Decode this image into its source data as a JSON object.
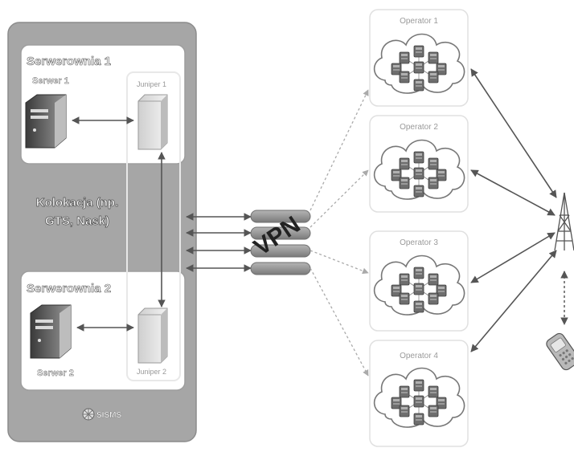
{
  "colocation": {
    "label_line1": "Kolokacja (np.",
    "label_line2": "GTS, Nask)",
    "footer_logo_text": "SISMS"
  },
  "server_rooms": [
    {
      "title": "Serwerownia 1",
      "server_label": "Serwer 1",
      "juniper_label": "Juniper 1"
    },
    {
      "title": "Serwerownia 2",
      "server_label": "Serwer 2",
      "juniper_label": "Juniper 2"
    }
  ],
  "vpn": {
    "label": "VPN"
  },
  "operators": [
    {
      "label": "Operator 1"
    },
    {
      "label": "Operator 2"
    },
    {
      "label": "Operator 3"
    },
    {
      "label": "Operator 4"
    }
  ],
  "colors": {
    "colocation_fill": "#a6a6a6",
    "room_fill": "#ffffff",
    "arrow": "#555555",
    "dotted_arrow": "#aaaaaa",
    "tunnel": "#8f8f8f"
  },
  "icons": [
    "server-tower-icon",
    "juniper-router-icon",
    "cloud-network-icon",
    "antenna-tower-icon",
    "mobile-phone-icon",
    "sisms-logo-icon"
  ]
}
